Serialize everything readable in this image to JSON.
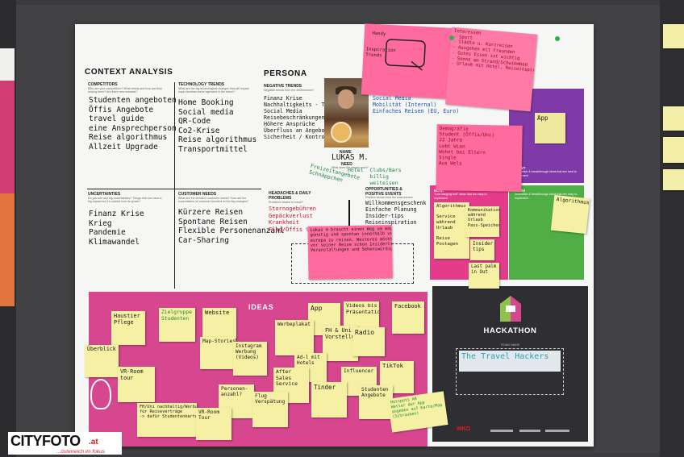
{
  "poster": {
    "context_title": "CONTEXT ANALYSIS",
    "persona_title": "PERSONA",
    "ideas_title": "IDEAS",
    "hackathon_title": "HACKATHON",
    "team_name_label": "TEAM NAME",
    "quadrants": {
      "competitors": {
        "label": "COMPETITORS",
        "sub": "Who are your competitors? What needs and how are they solving them? Are there new entrants?",
        "items": "Studenten angeboten\nÖffis Angebote\ntravel guide\neine Ansprechperson\nReise algorithmus\nAllzeit Upgrade"
      },
      "tech_trends": {
        "label": "TECHNOLOGY TRENDS",
        "sub": "What are the big technological changes that will impact super Austrian travel agencies in the future?",
        "items": "Home Booking\nSocial media\nQR-Code\nCo2-Krise\nReise algorithmus\nTransportmittel"
      },
      "uncertainties": {
        "label": "UNCERTAINTIES",
        "sub": "Do you see any big uncertainties? Things that can have a big impact but it's unclear how its grows?",
        "items": "Finanz Krise\nKrieg\nPandemie\nKlimawandel"
      },
      "customer_needs": {
        "label": "CUSTOMER NEEDS",
        "sub": "What are the trends in customer needs? How are the expectations of customer travelers in the big changes?",
        "items": "Kürzere Reisen\nSpontane Reisen\nFlexible Personenanzahl\nCar-Sharing"
      }
    },
    "persona": {
      "neg_label": "NEGATIVE TRENDS",
      "neg_sub": "Negative trends from the environment?",
      "neg_items": "Finanz Krise\nNachhaltigkeits - Trends\nSocial Media\nReisebeschränkungen\nHöhere Ansprüche\nÜberfluss an Angeboten\nSicherheit / Kontrollen",
      "blue_items": "Social Media\nMobilität (Internal)\nEinfaches Reisen (EU, Euro)",
      "name_label": "NAME",
      "name": "LUKAS M.",
      "need_label": "NEED",
      "need_sub": "What does the person want?",
      "need_items": "Freizeitangebote\nSchnäppchen",
      "green_items": "Hotel  Clubs/Bars\n       billig\n       weiteisen",
      "headaches_label": "HEADACHES & DAILY PROBLEMS",
      "headaches_sub": "Problems related to travel?",
      "headaches_items": "Stornogebühren\nGepäckverlust\nKrankheit\nFlug/Öffis Verspätung",
      "opp_label": "OPPORTUNITIES & POSITIVE EVENTS",
      "opp_sub": "Positive trends from the environment",
      "opp_items": "Willkommensgeschenk\nEinfache Planung\nInsider-tips\nReiseinspiration"
    },
    "dark_panels": {
      "purple_label": "HOW?",
      "purple_sub": "Innovative & breakthrough ideas that are hard to implement",
      "green_label": "WOW!",
      "green_sub": "Innovative & breakthrough ideas that are easy to implement",
      "pink_label": "NOW!",
      "pink_sub": "\"Low-hanging fruit\" ideas that are easy to implement"
    }
  },
  "notes": {
    "handy": "Handy\n\n\nInspiration\nTrends",
    "interessen": "Interessen\n- Sport\n- Städte u. Kurzreisen\n- Ausgehen mit Freunden\n- Gutes Essen ist wichtig\n- Sonne am Strand/Schwimmbad\n- Urlaub mit Hotel, Reiseinspiration",
    "demografie": "Demografie\nStudent (Öffis/Uni)\n22 Jahre\nLebt Wien\nWohnt bei Eltern\nSingle\nAus Wels",
    "app_top": "App",
    "algorithmus": "Algorithmus",
    "problem": "Lukas m braucht einen Weg um möglichst\ngünstig und spontan innerhalb von\neuropa zu reisen. Weiteres möchte er\nvor seiner Reise schon Insidertips zu\nVeranstaltungen und Sehenswürdigkeiten",
    "now_left": "Algorithmus\n\nService\nwährend\nUrlaub\n\nReise\nPostagen",
    "now_right": "Kommunikation\nwährend\nUrlaub\nPass-Speicher",
    "insider": "Insider\ntips",
    "lastpalm": "Last palm\nin Out",
    "haustier": "Haustier\nPflege",
    "zielgruppe": "Zielgruppe\nStudenten",
    "website": "Website",
    "app": "App",
    "videos": "Videos bis\nPräsentation",
    "facebook": "Facebook",
    "ueberblick": "Überblick",
    "mapstories": "Map-Stories",
    "instagram": "Instagram\nWerbung\n(Videos)",
    "werbeplakat": "Werbeplakat",
    "fhuni": "FH & Uni\nVorstellung",
    "radio": "Radio",
    "vrroom": "VR-Room\ntour",
    "adhotels": "Ad-l mit\nHotels",
    "after": "After\nSales\nService",
    "influencer": "Influencer",
    "tiktok": "TikTok",
    "personen": "Personen-\nanzahl?",
    "flug": "Flug\nVerspätung",
    "tinder": "Tinder",
    "studenten": "Studenten\nAngebote",
    "fhuniwerbung": "FH/Uni nachhaltig/Werbung\nfür Reiseverträge\n-> dafür Studentenkarten",
    "vrroom2": "VR-Room\nTour",
    "hotspot": "Hotspots AR\nWetter der App\nangeben auf Karte/Map\n(Schrauben)"
  },
  "team_name": "The Travel Hackers",
  "logos": {
    "wko": "WKO"
  },
  "watermark": {
    "brand": "CITYFOTO",
    "tld": ".at",
    "tagline": "...österreich im fokus"
  },
  "colors": {
    "ideas_pink": "#d6478f",
    "wow_green": "#4fae45",
    "how_purple": "#7f3aa8",
    "hackathon_dark": "#2f2f33",
    "sticky_yellow": "#f6f0a4",
    "sticky_pink": "#ff6b9e"
  }
}
